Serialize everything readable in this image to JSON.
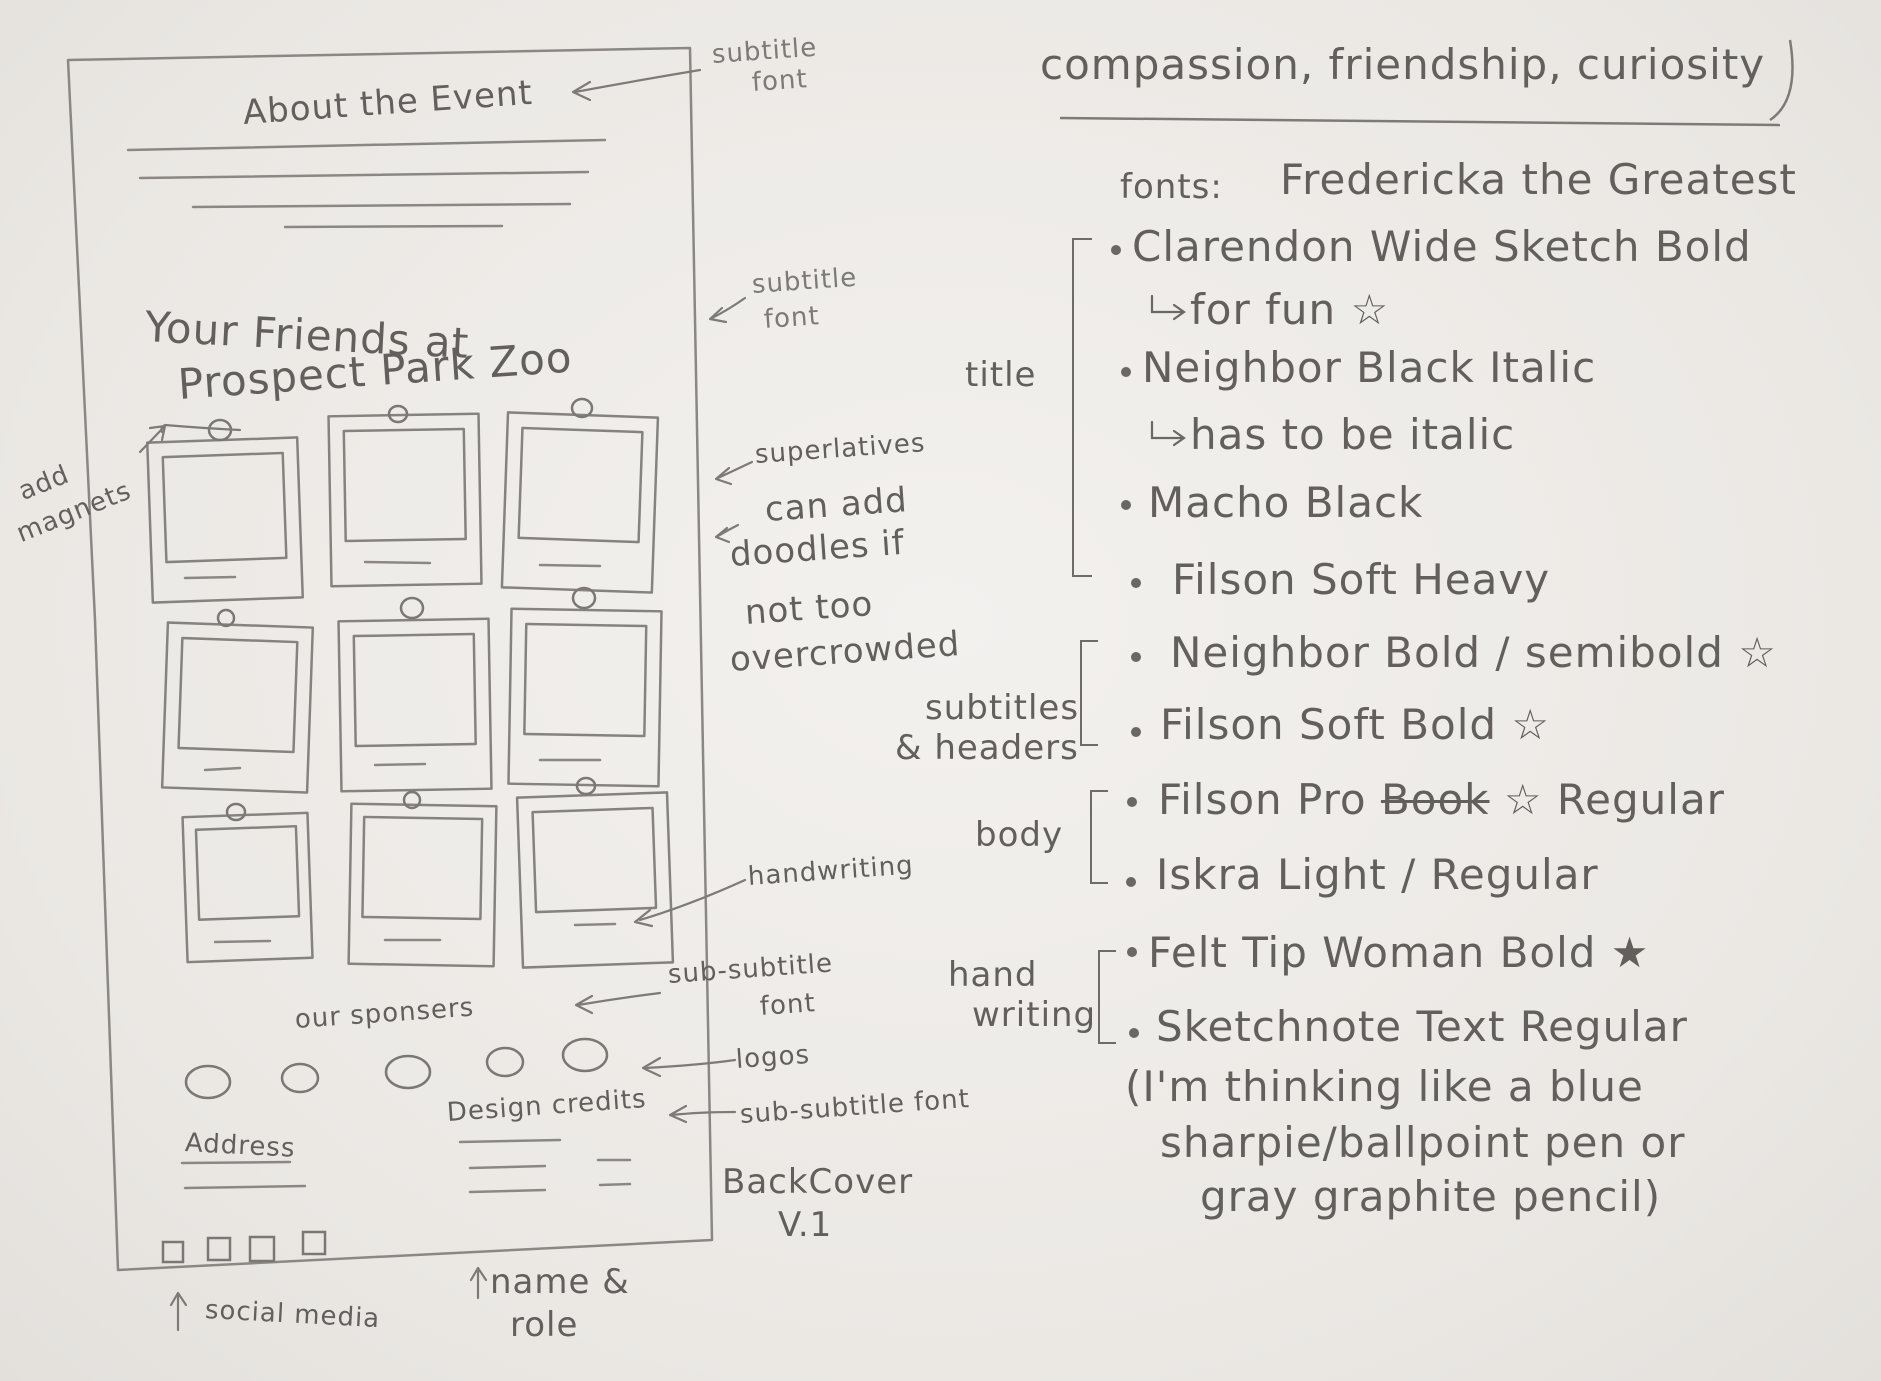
{
  "mockup": {
    "header": "About the Event",
    "friends_line1": "Your Friends at",
    "friends_line2": "Prospect  Park Zoo",
    "sponsors": "our sponsers",
    "design_credits": "Design credits",
    "address": "Address"
  },
  "annotations": {
    "subtitle_font_top_1": "subtitle",
    "subtitle_font_top_2": "font",
    "subtitle_font_mid_1": "subtitle",
    "subtitle_font_mid_2": "font",
    "superlatives": "superlatives",
    "doodles_1": "can add",
    "doodles_2": "doodles if",
    "doodles_3": "not too",
    "doodles_4": "overcrowded",
    "add_magnets_1": "add",
    "add_magnets_2": "magnets",
    "handwriting": "handwriting",
    "sub_subtitle_1": "sub-subtitle",
    "sub_subtitle_2": "font",
    "logos": "logos",
    "sub_subtitle_font": "sub-subtitle font",
    "back_cover_1": "BackCover",
    "back_cover_2": "V.1",
    "social_media": "social media",
    "name_role_1": "name &",
    "name_role_2": "role"
  },
  "notes": {
    "themes": "compassion, friendship, curiosity",
    "fonts_label": "fonts:",
    "fonts_first": "Fredericka the Greatest",
    "title_group_label": "title",
    "title_fonts": [
      "Clarendon Wide Sketch Bold",
      "Neighbor Black Italic",
      "Macho Black",
      "Filson Soft Heavy"
    ],
    "title_note_1": "for fun ☆",
    "title_note_2": "has to be italic",
    "subtitles_label_1": "subtitles",
    "subtitles_label_2": "& headers",
    "subtitle_fonts": [
      "Neighbor Bold / semibold ☆",
      "Filson Soft Bold ☆"
    ],
    "body_label": "body",
    "body_font_1_a": "Filson Pro ",
    "body_font_1_strike": "Book",
    "body_font_1_b": " ☆ Regular",
    "body_font_2": "Iskra Light / Regular",
    "handwriting_label_1": "hand",
    "handwriting_label_2": "writing",
    "handwriting_fonts": [
      "Felt Tip Woman Bold ★",
      "Sketchnote Text Regular"
    ],
    "handwriting_note_1": "(I'm thinking like a blue",
    "handwriting_note_2": "sharpie/ballpoint pen or",
    "handwriting_note_3": "gray graphite pencil)"
  }
}
